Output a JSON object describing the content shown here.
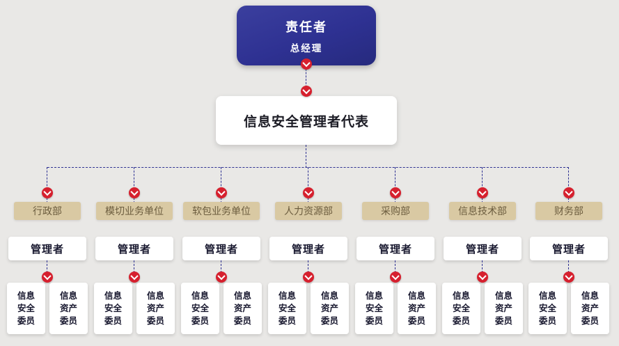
{
  "colors": {
    "background": "#e9e8e6",
    "root_box": "#2e3192",
    "accent_red": "#d6202e",
    "connector_blue": "#2e3192",
    "department_bg": "#d9c9a3",
    "department_text": "#6b5c3e",
    "node_bg": "#ffffff",
    "node_text": "#17172e"
  },
  "root": {
    "title": "责任者",
    "subtitle": "总经理"
  },
  "representative": {
    "label": "信息安全管理者代表"
  },
  "departments": [
    {
      "name": "行政部",
      "manager": "管理者",
      "members": {
        "security": "信息\n安全\n委员",
        "asset": "信息\n资产\n委员"
      }
    },
    {
      "name": "模切业务单位",
      "manager": "管理者",
      "members": {
        "security": "信息\n安全\n委员",
        "asset": "信息\n资产\n委员"
      }
    },
    {
      "name": "软包业务单位",
      "manager": "管理者",
      "members": {
        "security": "信息\n安全\n委员",
        "asset": "信息\n资产\n委员"
      }
    },
    {
      "name": "人力资源部",
      "manager": "管理者",
      "members": {
        "security": "信息\n安全\n委员",
        "asset": "信息\n资产\n委员"
      }
    },
    {
      "name": "采购部",
      "manager": "管理者",
      "members": {
        "security": "信息\n安全\n委员",
        "asset": "信息\n资产\n委员"
      }
    },
    {
      "name": "信息技术部",
      "manager": "管理者",
      "members": {
        "security": "信息\n安全\n委员",
        "asset": "信息\n资产\n委员"
      }
    },
    {
      "name": "财务部",
      "manager": "管理者",
      "members": {
        "security": "信息\n安全\n委员",
        "asset": "信息\n资产\n委员"
      }
    }
  ]
}
